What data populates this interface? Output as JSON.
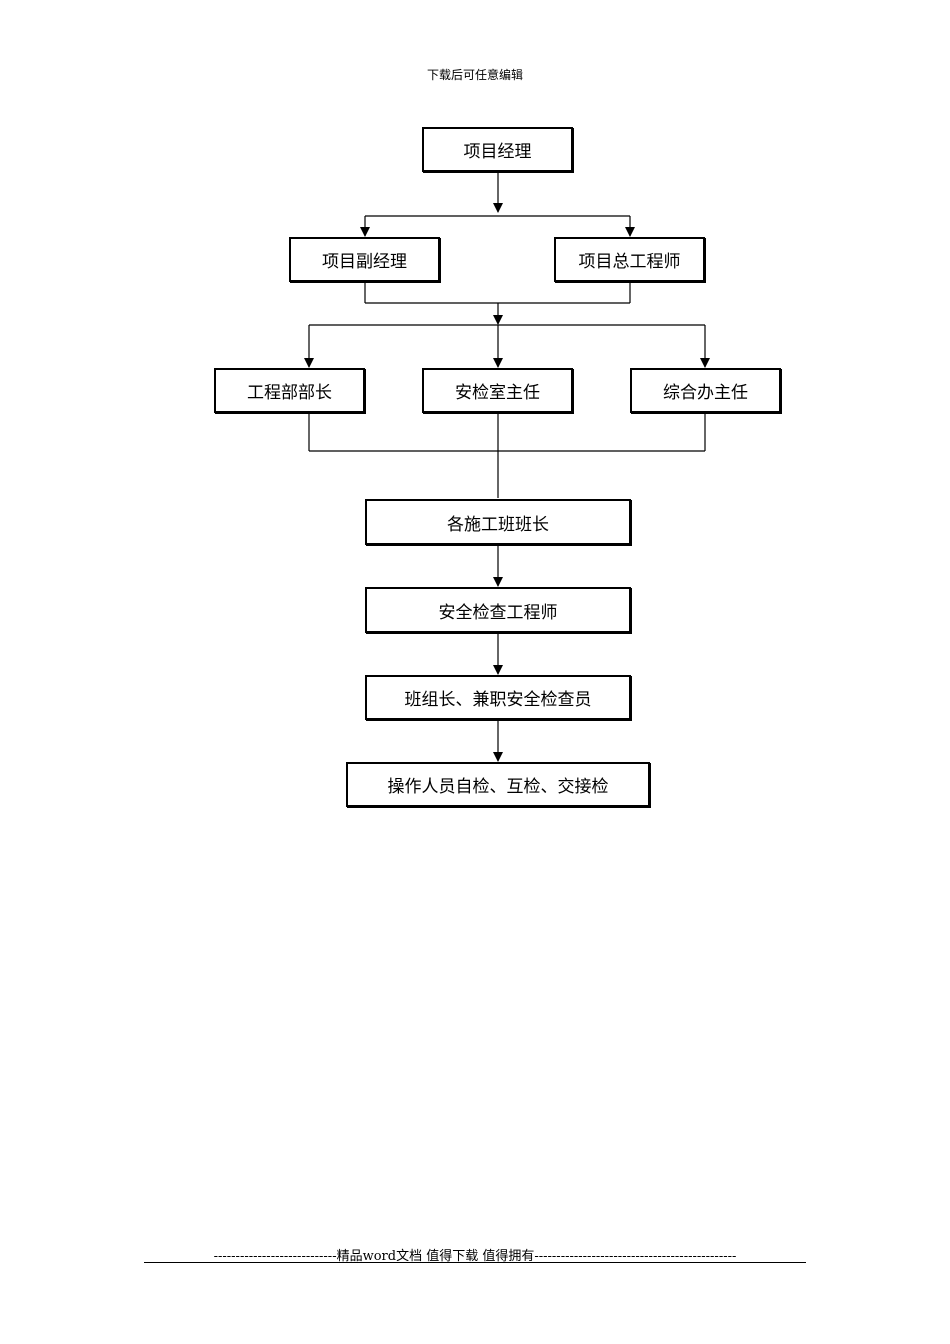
{
  "header_note": "下载后可任意编辑",
  "org_chart": {
    "project_manager": "项目经理",
    "deputy_manager": "项目副经理",
    "chief_engineer": "项目总工程师",
    "engineering_head": "工程部部长",
    "safety_office_head": "安检室主任",
    "general_office_head": "综合办主任",
    "team_leaders": "各施工班班长",
    "safety_inspector": "安全检查工程师",
    "group_leaders": "班组长、兼职安全检查员",
    "workers_check": "操作人员自检、互检、交接检"
  },
  "footer": {
    "text": "----------------------------精品word文档 值得下载 值得拥有----------------------------------------------"
  }
}
